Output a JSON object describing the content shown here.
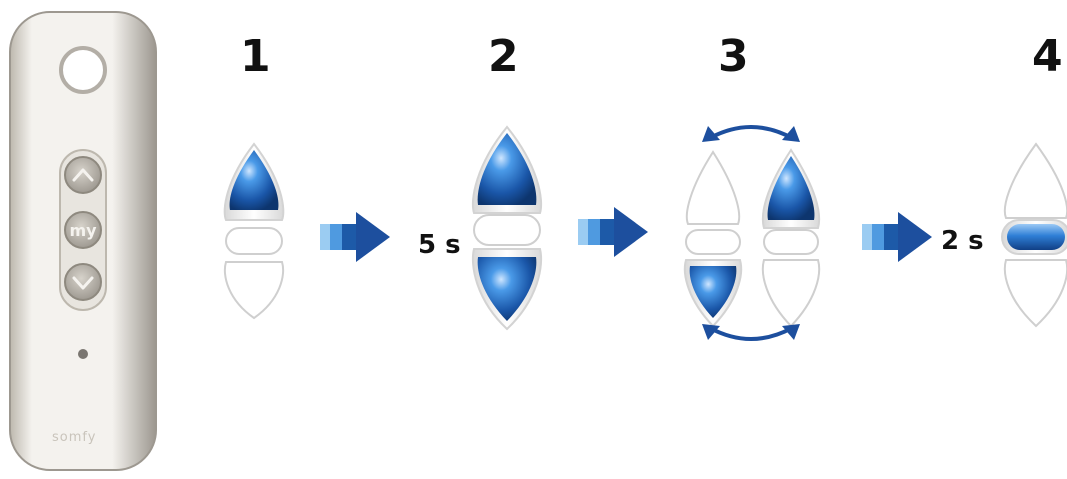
{
  "remote": {
    "buttons": {
      "up": "^",
      "my": "my",
      "down": "v"
    },
    "brand": "somfy"
  },
  "steps": [
    {
      "number": "1",
      "duration": ""
    },
    {
      "number": "2",
      "duration": "5 s"
    },
    {
      "number": "3",
      "duration": ""
    },
    {
      "number": "4",
      "duration": "2 s"
    }
  ],
  "colors": {
    "active_blue": "#1b5fb0",
    "arrow_dark": "#1d4f9e",
    "arrow_light": "#5aa3e6",
    "outline_gray": "#c9c9c9"
  },
  "icons": {
    "transition_arrow": "blue-right-arrow-icon",
    "swap_arrow": "double-headed-curved-arrow-icon"
  }
}
